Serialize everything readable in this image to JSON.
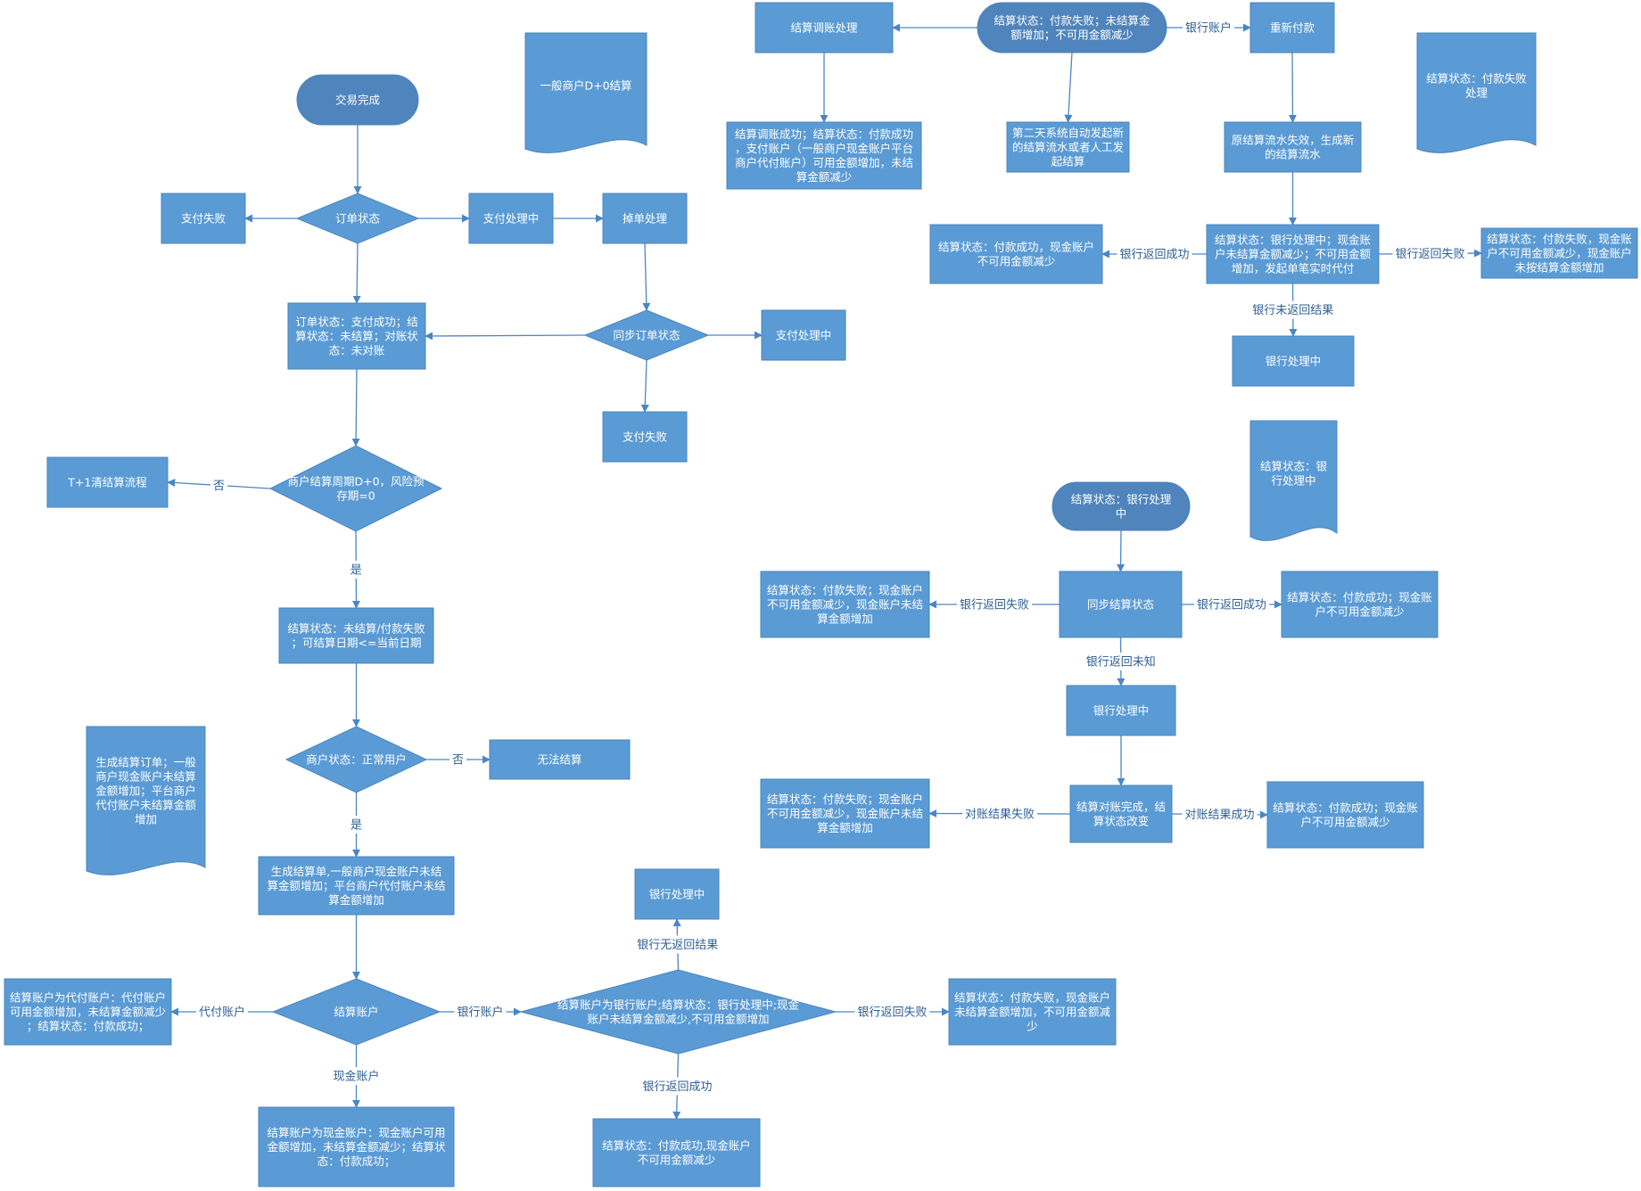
{
  "colors": {
    "fill": "#5b9bd5",
    "stroke": "#4a86bd",
    "line": "#4a86c6",
    "text": "#ffffff",
    "label": "#2e5f95",
    "pill": "#4f84bd"
  },
  "nodes": {
    "trade_done": "交易完成",
    "doc_d0": "一般商户D+0结算",
    "order_status": "订单状态",
    "pay_fail_1": "支付失败",
    "paying_1": "支付处理中",
    "drop_order": "掉单处理",
    "order_success": "订单状态：支付成功；结算状态：未结算；对账状态：未对账",
    "sync_order": "同步订单状态",
    "paying_2": "支付处理中",
    "pay_fail_2": "支付失败",
    "t1_flow": "T+1清结算流程",
    "cycle_check": "商户结算周期D+0，风险预存期=0",
    "unsettled": "结算状态：未结算/付款失败；可结算日期<=当前日期",
    "merchant_status": "商户状态：正常用户",
    "cannot_settle": "无法结算",
    "doc_gen": "生成结算订单；一般商户现金账户未结算金额增加；平台商户代付账户未结算金额增加",
    "gen_order": "生成结算单,一般商户现金账户未结算金额增加；平台商户代付账户未结算金额增加",
    "settle_account": "结算账户",
    "agent_account": "结算账户为代付账户：代付账户可用金额增加，未结算金额减少；结算状态：付款成功；",
    "cash_account": "结算账户为现金账户：现金账户可用金额增加，未结算金额减少；结算状态：付款成功；",
    "bank_account": "结算账户为银行账户;结算状态：银行处理中;现金账户未结算金额减少,不可用金额增加",
    "bank_processing_1": "银行处理中",
    "bank_fail_result": "结算状态：付款失败，现金账户未结算金额增加，不可用金额减少",
    "bank_success_result": "结算状态：付款成功,现金账户不可用金额减少",
    "pay_fail_top": "结算状态：付款失败；未结算金额增加；不可用金额减少",
    "adjust": "结算调账处理",
    "adjust_success": "结算调账成功；结算状态：付款成功，支付账户（一般商户现金账户平台商户代付账户）可用金额增加，未结算金额减少",
    "next_day": "第二天系统自动发起新的结算流水或者人工发起结算",
    "repay": "重新付款",
    "doc_fail": "结算状态：付款失败处理",
    "new_flow": "原结算流水失效，生成新的结算流水",
    "bank_proc_desc": "结算状态：银行处理中；现金账户未结算金额减少；不可用金额增加，发起单笔实时代付",
    "top_success": "结算状态：付款成功，现金账户不可用金额减少",
    "top_fail": "结算状态：付款失败，现金账户不可用金额减少，现金账户未按结算金额增加",
    "bank_processing_2": "银行处理中",
    "doc_bank": "结算状态：银行处理中",
    "bank_status": "结算状态：银行处理中",
    "sync_settle": "同步结算状态",
    "sync_fail": "结算状态：付款失败；现金账户不可用金额减少，现金账户未结算金额增加",
    "sync_success": "结算状态：付款成功；现金账户不可用金额减少",
    "bank_processing_3": "银行处理中",
    "recon_done": "结算对账完成，结算状态改变",
    "recon_fail_res": "结算状态：付款失败；现金账户不可用金额减少，现金账户未结算金额增加",
    "recon_success_res": "结算状态：付款成功；现金账户不可用金额减少"
  },
  "edge_labels": {
    "no": "否",
    "yes": "是",
    "no2": "否",
    "yes2": "是",
    "agent": "代付账户",
    "bank": "银行账户",
    "cash": "现金账户",
    "bank_no_result": "银行无返回结果",
    "bank_return_fail": "银行返回失败",
    "bank_return_success": "银行返回成功",
    "top_bank_account": "银行账户",
    "top_return_success": "银行返回成功",
    "top_return_fail": "银行返回失败",
    "top_no_result": "银行未返回结果",
    "sync_return_fail": "银行返回失败",
    "sync_return_success": "银行返回成功",
    "sync_return_unknown": "银行返回未知",
    "recon_fail": "对账结果失败",
    "recon_success": "对账结果成功"
  }
}
